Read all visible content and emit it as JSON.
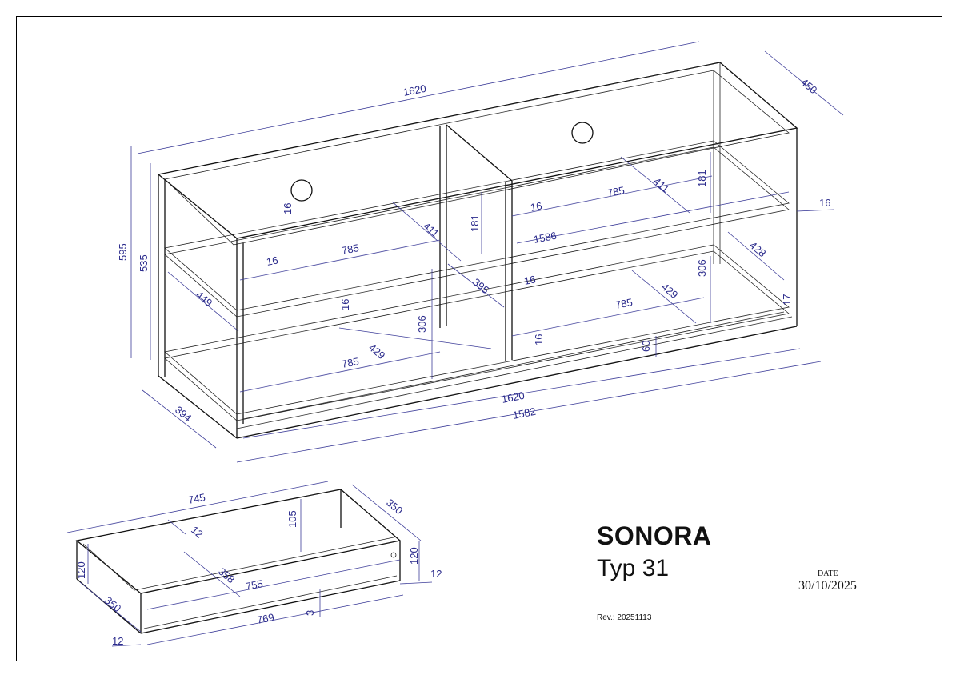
{
  "title_block": {
    "name": "SONORA",
    "type": "Typ 31",
    "revision": "Rev.: 20251113",
    "date_label": "DATE",
    "date_value": "30/10/2025"
  },
  "cabinet_dimensions": {
    "top_width": "1620",
    "depth_top": "450",
    "height_total": "595",
    "height_inner": "535",
    "shelf_thickness_right": "16",
    "inner_width_shelf": "1586",
    "compartment_depth_top": "411",
    "compartment_depth_mid": "411",
    "compartment_height_top_right": "181",
    "compartment_height_mid": "181",
    "compartment_width_top_right": "785",
    "compartment_width_top_left": "785",
    "compartment_width_mid_right": "785",
    "compartment_width_bottom_left": "785",
    "shelf_16_a": "16",
    "shelf_16_b": "16",
    "shelf_16_c": "16",
    "shelf_16_d": "16",
    "shelf_16_e": "16",
    "shelf_16_f": "16",
    "depth_left_449": "449",
    "depth_428": "428",
    "depth_429_a": "429",
    "depth_429_b": "429",
    "depth_395": "395",
    "height_306_a": "306",
    "height_306_b": "306",
    "plinth_60": "60",
    "bottom_width": "1620",
    "base_width": "1582",
    "base_depth": "394",
    "side_17": "17"
  },
  "drawer_dimensions": {
    "width_745": "745",
    "depth_350_top": "350",
    "thickness_12_a": "12",
    "height_105": "105",
    "height_120_right": "120",
    "thickness_12_b": "12",
    "height_120_left": "120",
    "depth_358": "358",
    "width_755": "755",
    "depth_350_left": "350",
    "gap_3": "3",
    "width_769": "769",
    "thickness_12_c": "12"
  }
}
